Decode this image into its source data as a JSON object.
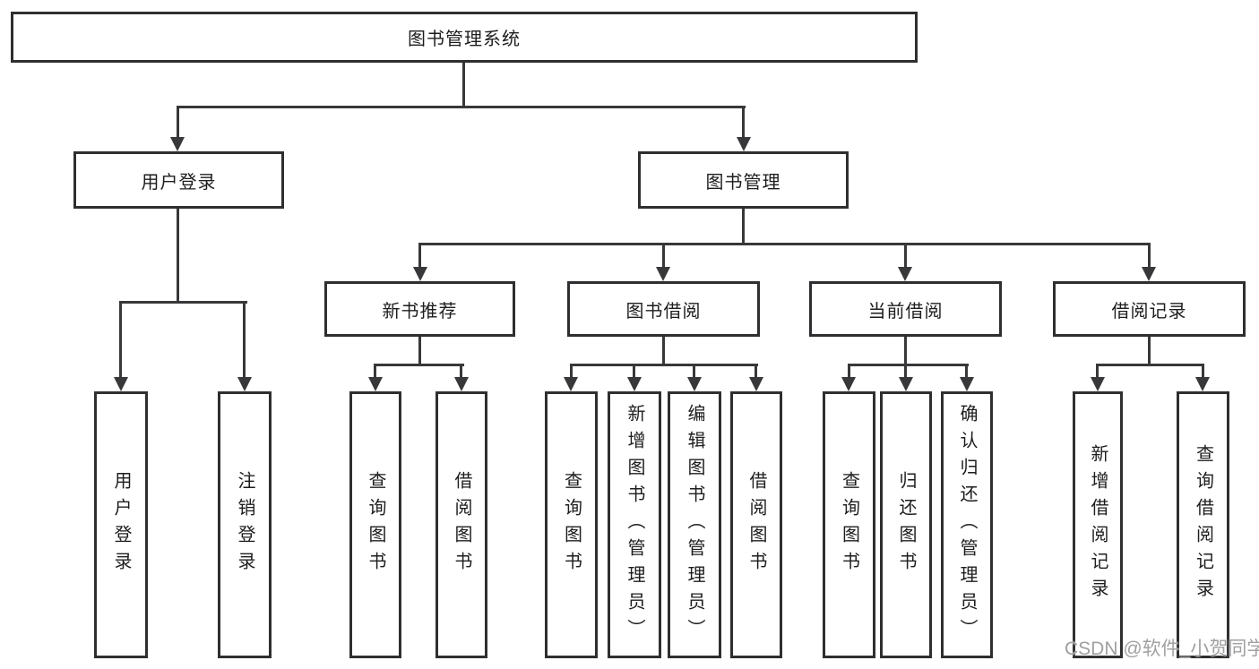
{
  "nodes": {
    "root": "图书管理系统",
    "level2": [
      "用户登录",
      "图书管理"
    ],
    "level3": [
      "新书推荐",
      "图书借阅",
      "当前借阅",
      "借阅记录"
    ],
    "leaves": [
      "用户登录",
      "注销登录",
      "查询图书",
      "借阅图书",
      "查询图书",
      "新增图书（管理员）",
      "编辑图书（管理员）",
      "借阅图书",
      "查询图书",
      "归还图书",
      "确认归还（管理员）",
      "新增借阅记录",
      "查询借阅记录"
    ]
  },
  "structure": {
    "图书管理系统": [
      "用户登录",
      "图书管理"
    ],
    "用户登录": [
      "用户登录",
      "注销登录"
    ],
    "图书管理": [
      "新书推荐",
      "图书借阅",
      "当前借阅",
      "借阅记录"
    ],
    "新书推荐": [
      "查询图书",
      "借阅图书"
    ],
    "图书借阅": [
      "查询图书",
      "新增图书（管理员）",
      "编辑图书（管理员）",
      "借阅图书"
    ],
    "当前借阅": [
      "查询图书",
      "归还图书",
      "确认归还（管理员）"
    ],
    "借阅记录": [
      "新增借阅记录",
      "查询借阅记录"
    ]
  },
  "watermark": {
    "text": "CSDN @软件_小贺同学"
  },
  "colors": {
    "background": "#ffffff",
    "box_border": "#2f2f31",
    "connector": "#38383a",
    "text": "#1d1d1f",
    "watermark": "#a0a0a2"
  }
}
